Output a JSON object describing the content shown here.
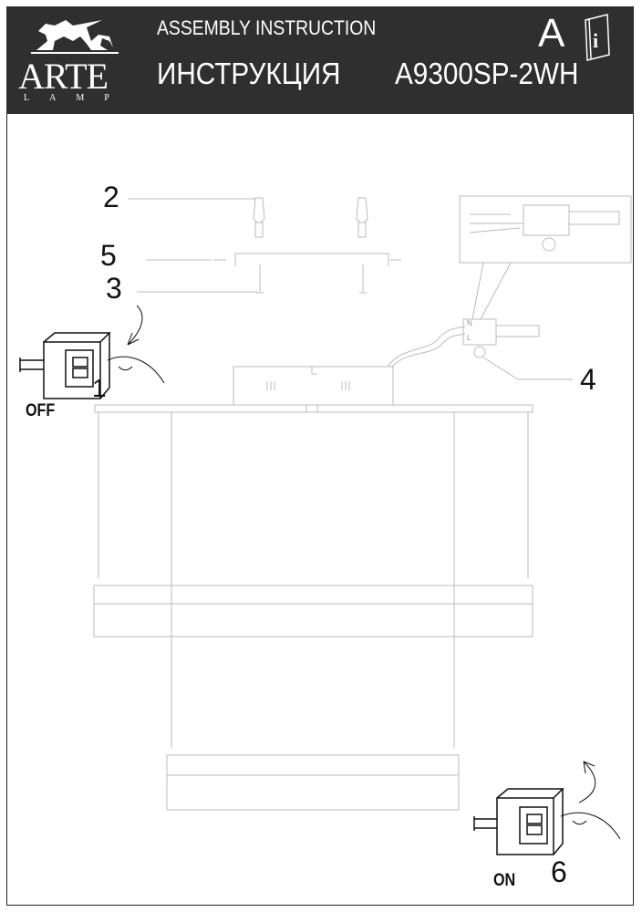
{
  "header": {
    "logo_name": "ARTE",
    "logo_sub": "LAMP",
    "assembly_label": "ASSEMBLY INSTRUCTION",
    "russian_label": "ИНСТРУКЦИЯ",
    "model": "A9300SP-2WH",
    "version_letter": "A",
    "manual_icon": "info-book-icon"
  },
  "steps": {
    "s1": "1",
    "s2": "2",
    "s3": "3",
    "s4": "4",
    "s5": "5",
    "s6": "6"
  },
  "switch": {
    "off_label": "OFF",
    "on_label": "ON"
  },
  "connector": {
    "n": "N",
    "l": "L"
  }
}
